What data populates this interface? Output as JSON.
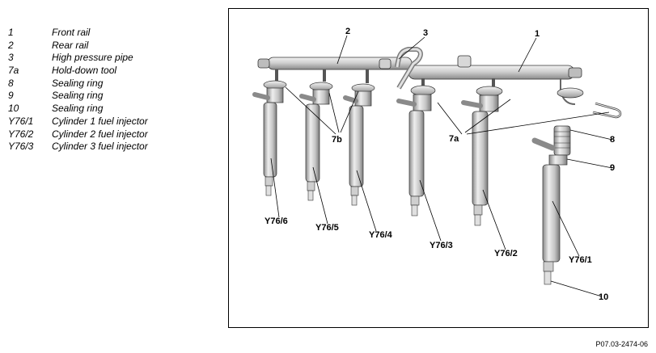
{
  "legend": {
    "items": [
      {
        "code": "1",
        "description": "Front rail"
      },
      {
        "code": "2",
        "description": "Rear rail"
      },
      {
        "code": "3",
        "description": "High pressure pipe"
      },
      {
        "code": "7a",
        "description": "Hold-down tool"
      },
      {
        "code": "8",
        "description": "Sealing ring"
      },
      {
        "code": "9",
        "description": "Sealing ring"
      },
      {
        "code": "10",
        "description": "Sealing ring"
      },
      {
        "code": "Y76/1",
        "description": "Cylinder 1 fuel injector"
      },
      {
        "code": "Y76/2",
        "description": "Cylinder 2 fuel injector"
      },
      {
        "code": "Y76/3",
        "description": "Cylinder 3 fuel injector"
      }
    ]
  },
  "figure": {
    "callouts": {
      "c1": "1",
      "c2": "2",
      "c3": "3",
      "c7a": "7a",
      "c7b": "7b",
      "c8": "8",
      "c9": "9",
      "c10": "10",
      "y761": "Y76/1",
      "y762": "Y76/2",
      "y763": "Y76/3",
      "y764": "Y76/4",
      "y765": "Y76/5",
      "y766": "Y76/6"
    },
    "reference": "P07.03-2474-06"
  },
  "colors": {
    "metal_light": "#e6e6e6",
    "metal_mid": "#bdbdbd",
    "metal_dark": "#7d7d7d",
    "outline": "#333333"
  }
}
